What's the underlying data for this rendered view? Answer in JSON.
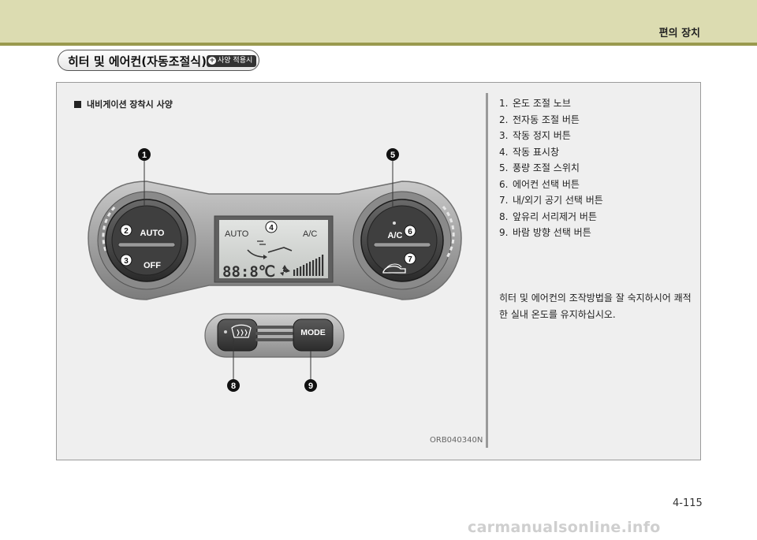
{
  "header": {
    "title": "편의 장치"
  },
  "section": {
    "title": "히터 및 에어컨(자동조절식)",
    "badge_plus": "+",
    "badge": "사양 적용시"
  },
  "figure": {
    "caption": "내비게이션 장착시 사양",
    "image_code": "ORB040340N",
    "display": {
      "auto": "AUTO",
      "ac": "A/C",
      "temp": "88:8℃"
    },
    "left_knob": {
      "top": "AUTO",
      "bottom": "OFF"
    },
    "right_knob": {
      "top": "A/C"
    },
    "mode_button": "MODE",
    "callouts": [
      "1",
      "2",
      "3",
      "4",
      "5",
      "6",
      "7",
      "8",
      "9"
    ]
  },
  "legend": [
    {
      "num": "1.",
      "label": "온도 조절 노브"
    },
    {
      "num": "2.",
      "label": "전자동 조절 버튼"
    },
    {
      "num": "3.",
      "label": "작동 정지 버튼"
    },
    {
      "num": "4.",
      "label": "작동 표시창"
    },
    {
      "num": "5.",
      "label": "풍량 조절 스위치"
    },
    {
      "num": "6.",
      "label": "에어컨 선택 버튼"
    },
    {
      "num": "7.",
      "label": "내/외기 공기 선택 버튼"
    },
    {
      "num": "8.",
      "label": "앞유리 서리제거 버튼"
    },
    {
      "num": "9.",
      "label": "바람 방향 선택 버튼"
    }
  ],
  "description": "히터 및 에어컨의 조작방법을 잘 숙지하시어 쾌적한 실내 온도를 유지하십시오.",
  "page_number": "4-115",
  "watermark": "carmanualsonline.info"
}
